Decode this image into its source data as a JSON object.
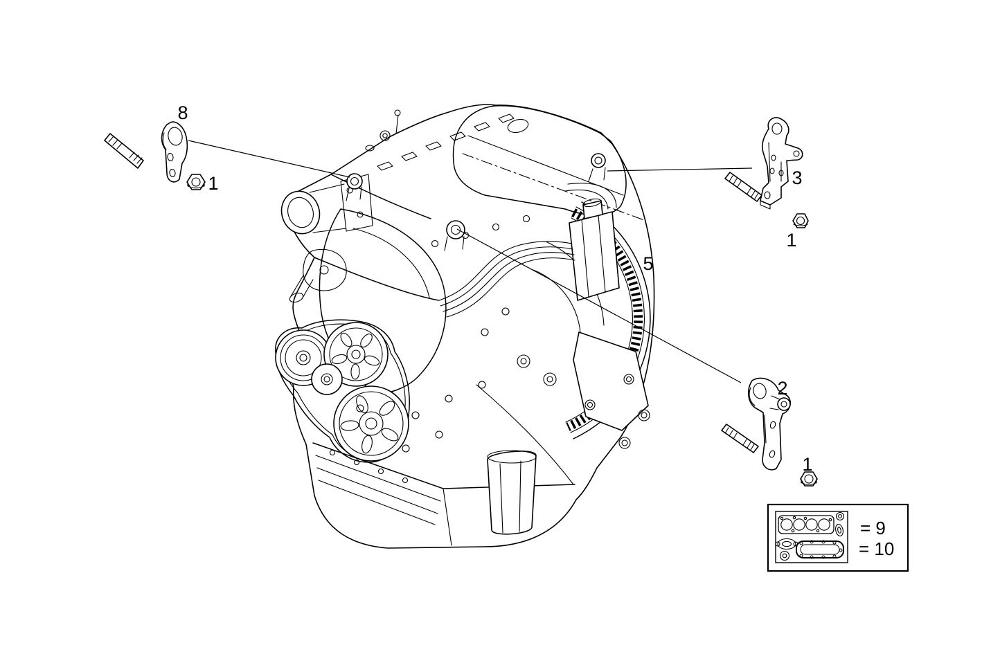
{
  "figure": {
    "kind": "exploded-parts-line-drawing",
    "subject": "engine assembly with lifting brackets",
    "background_color": "#ffffff",
    "line_color": "#000000"
  },
  "callouts": {
    "c8": "8",
    "c1_top_left": "1",
    "c3": "3",
    "c1_right": "1",
    "c5": "5",
    "c2": "2",
    "c1_bottom": "1"
  },
  "legend": {
    "row_top_label": "= 9",
    "row_bottom_label": "= 10",
    "icons": [
      "cylinder-head-gasket-icon",
      "round-seal-icon",
      "oval-seal-icon",
      "water-outlet-gasket-icon",
      "valve-cover-gasket-icon",
      "o-ring-icon"
    ]
  }
}
